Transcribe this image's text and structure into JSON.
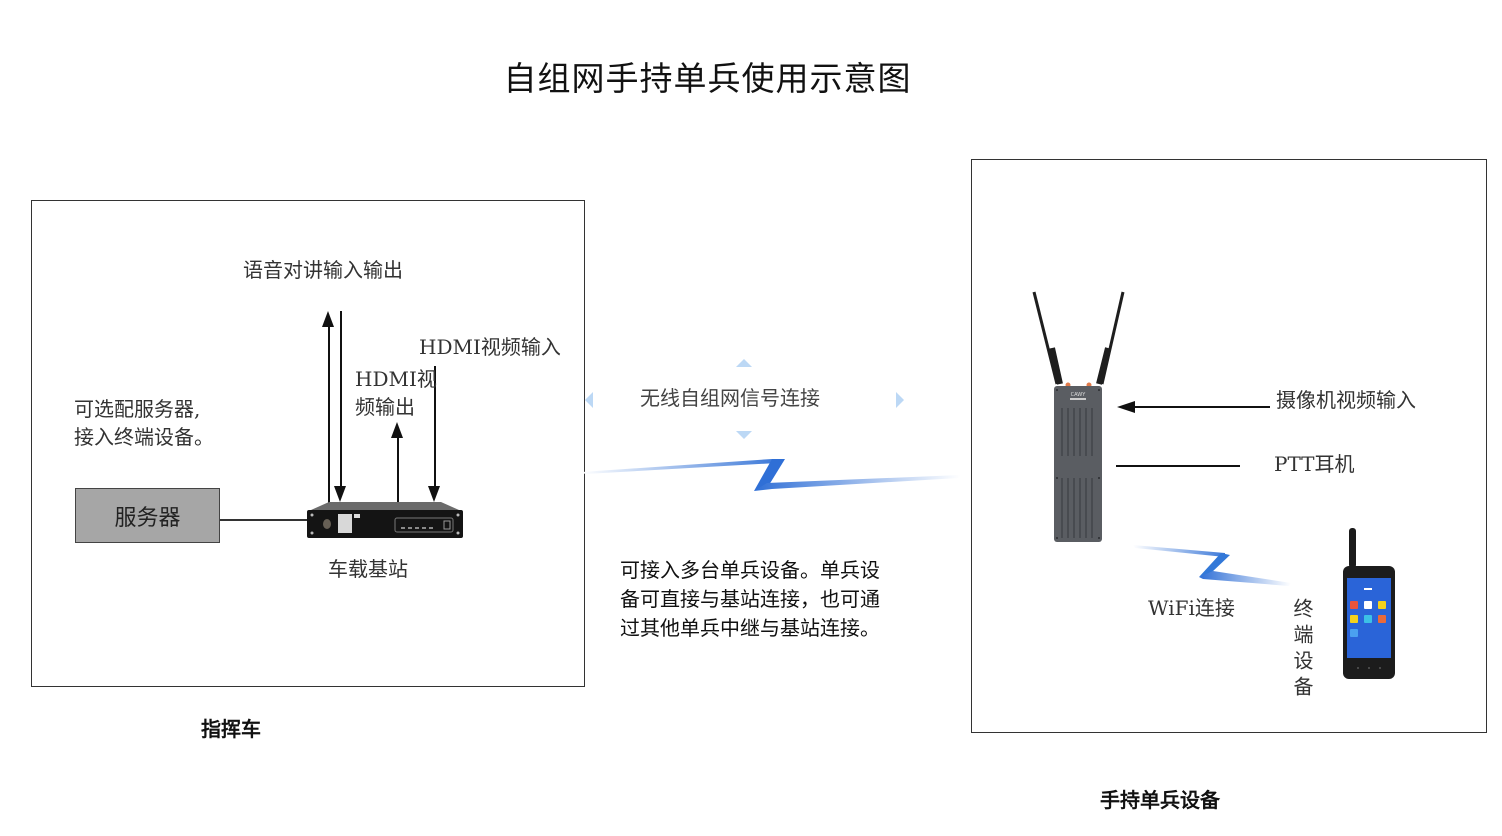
{
  "title": "自组网手持单兵使用示意图",
  "left_panel": {
    "caption": "指挥车",
    "voice_label": "语音对讲输入输出",
    "hdmi_in_label": "HDMI视频输入",
    "hdmi_out_label_1": "HDMI视",
    "hdmi_out_label_2": "频输出",
    "server_note_1": "可选配服务器,",
    "server_note_2": "接入终端设备。",
    "server_box": "服务器",
    "base_station_label": "车载基站"
  },
  "center": {
    "wireless_label": "无线自组网信号连接",
    "description_lines": [
      "可接入多台单兵设备。单兵设",
      "备可直接与基站连接，也可通",
      "过其他单兵中继与基站连接。"
    ]
  },
  "right_panel": {
    "caption": "手持单兵设备",
    "camera_label": "摄像机视频输入",
    "ptt_label": "PTT耳机",
    "wifi_label": "WiFi连接",
    "terminal_label": "终端设备",
    "device_brand": "CAWY"
  },
  "colors": {
    "signal_blue": "#2f6fd6",
    "signal_light": "#bcd8f5",
    "server_gray": "#a6a6a6",
    "device_gray": "#5a5d62"
  }
}
